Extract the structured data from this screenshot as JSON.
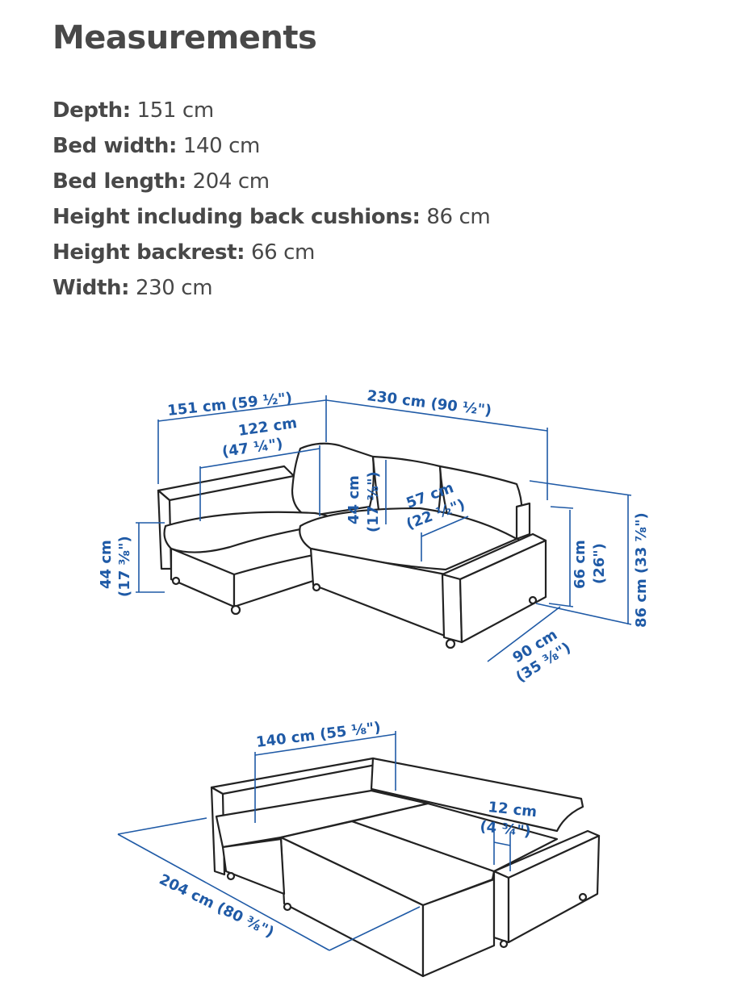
{
  "header": {
    "title": "Measurements"
  },
  "specs": [
    {
      "label": "Depth:",
      "value": "151 cm"
    },
    {
      "label": "Bed width:",
      "value": "140 cm"
    },
    {
      "label": "Bed length:",
      "value": "204 cm"
    },
    {
      "label": "Height including back cushions:",
      "value": "86 cm"
    },
    {
      "label": "Height backrest:",
      "value": "66 cm"
    },
    {
      "label": "Width:",
      "value": "230 cm"
    }
  ],
  "diagram": {
    "sofa_labels": {
      "depth": "151 cm (59 ½\")",
      "width": "230 cm (90 ½\")",
      "chaise_depth_cm": "122 cm",
      "chaise_depth_in": "(47 ¼\")",
      "seat_depth_cm": "44 cm",
      "seat_depth_in": "(17 ⅜\")",
      "seat_width": "57 cm",
      "seat_width_in": "(22 ½\")",
      "seat_height_cm": "44 cm",
      "seat_height_in": "(17 ⅜\")",
      "backrest_cm": "66 cm",
      "backrest_in": "(26\")",
      "total_height": "86 cm (33 ⅞\")",
      "arm_depth_cm": "90 cm",
      "arm_depth_in": "(35 ⅜\")"
    },
    "bed_labels": {
      "bed_width": "140 cm (55 ⅛\")",
      "gap_cm": "12 cm",
      "gap_in": "(4 ¾\")",
      "bed_length": "204 cm (80 ⅜\")"
    },
    "colors": {
      "line": "#222222",
      "dimension": "#1f5aa6"
    }
  }
}
